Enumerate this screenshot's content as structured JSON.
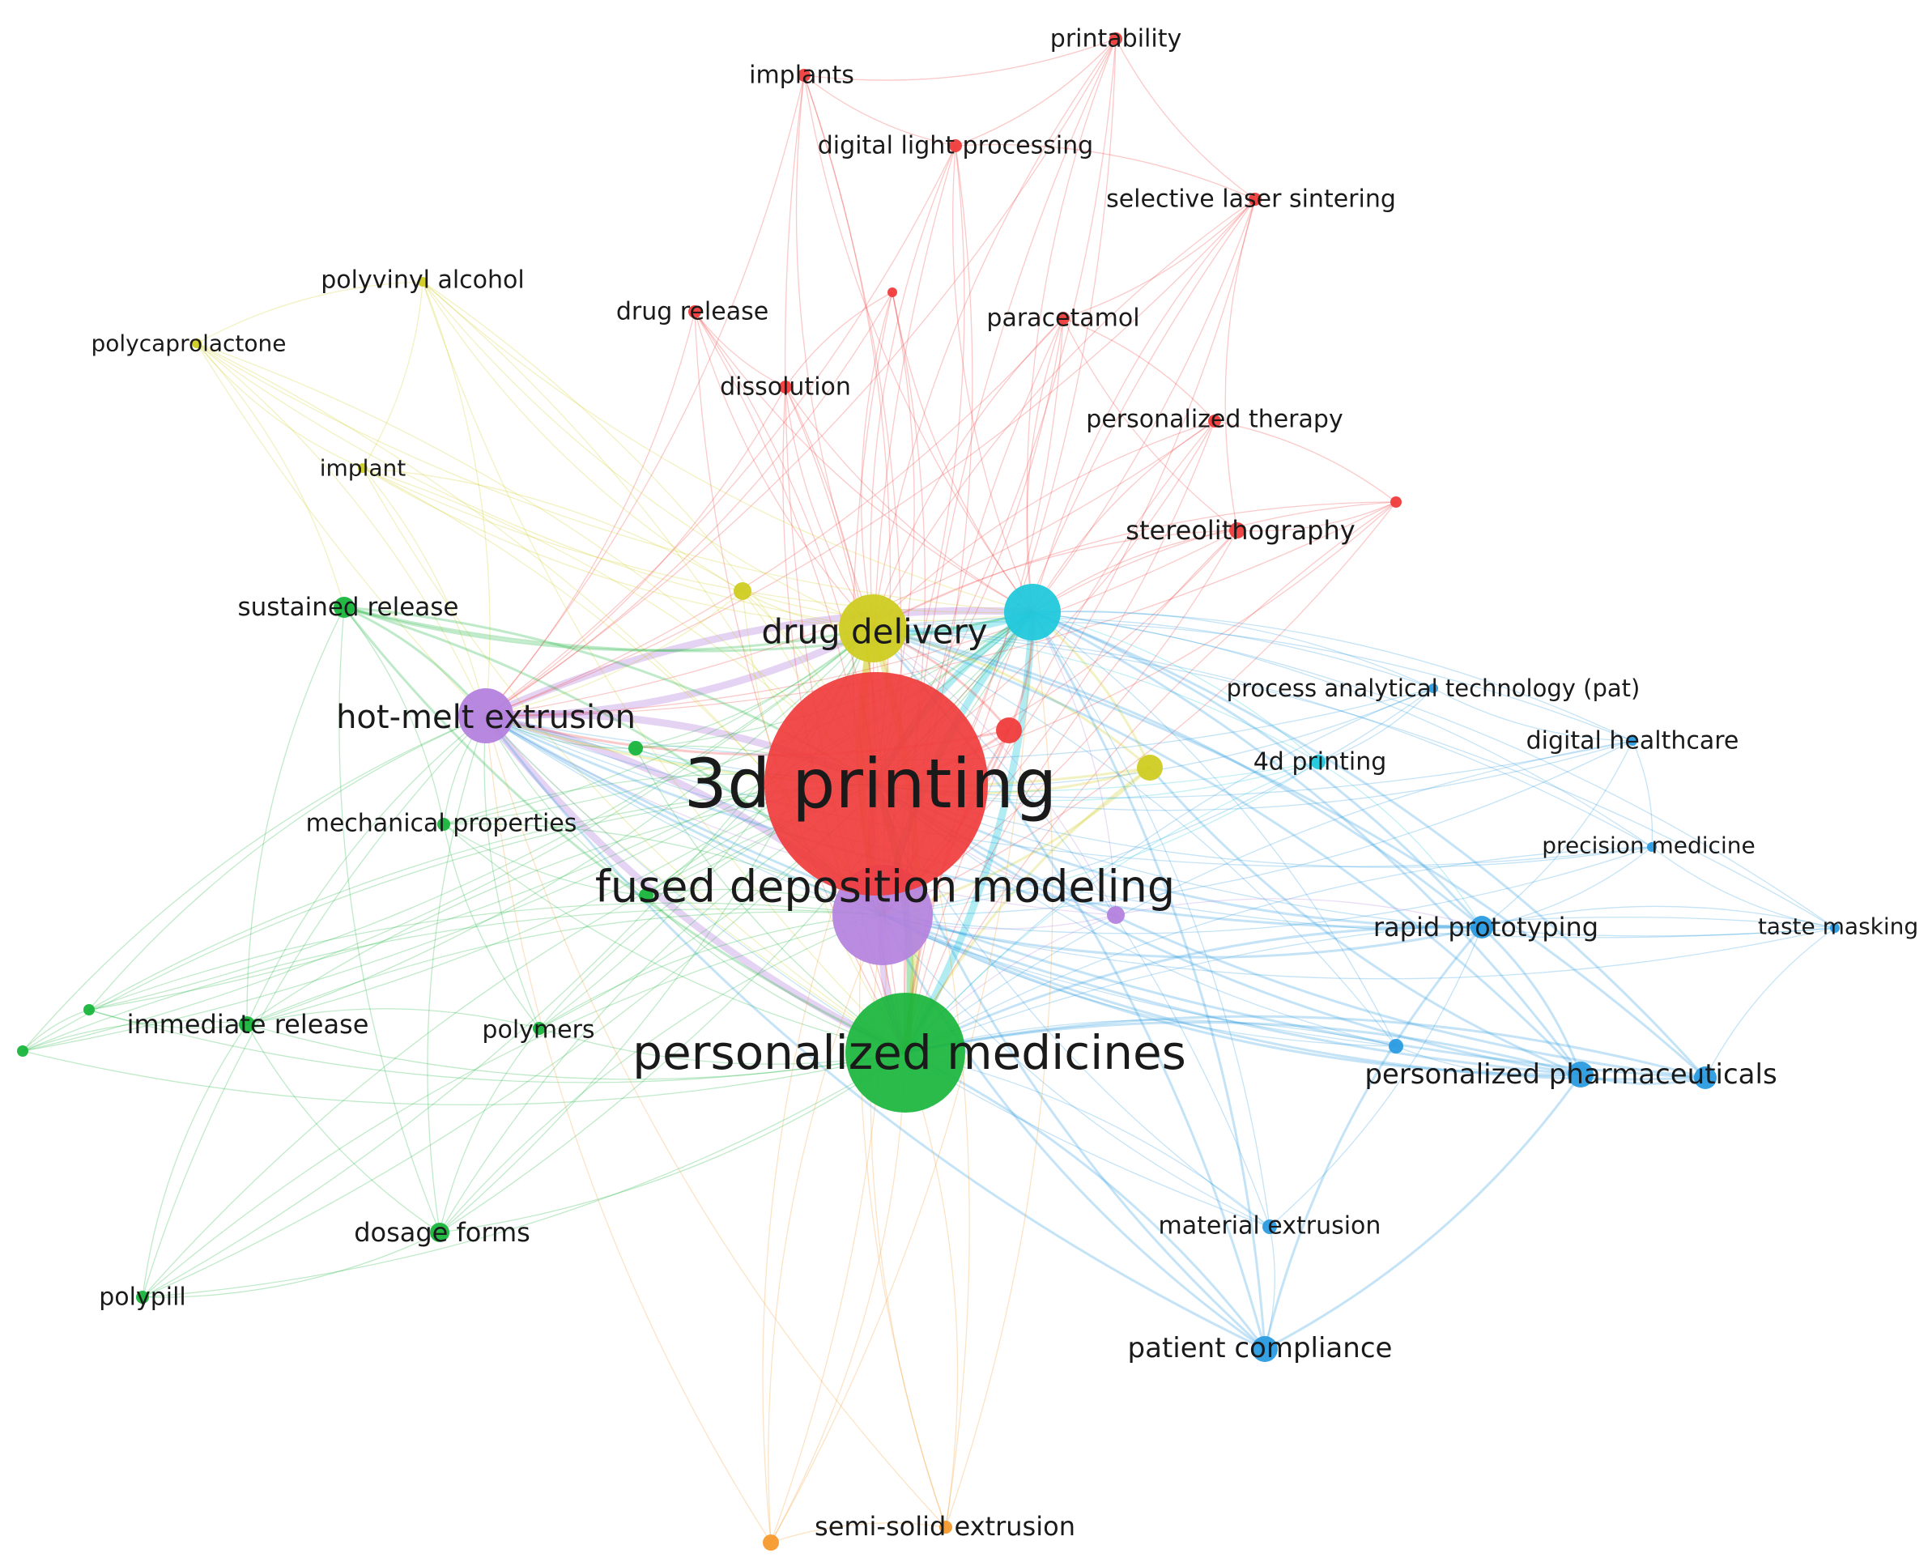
{
  "clusters": {
    "red": "#f03c3c",
    "green": "#19b53c",
    "blue": "#2a9be0",
    "yellow": "#cfcc22",
    "purple": "#b482de",
    "cyan": "#22c8dc",
    "orange": "#f59a2e"
  },
  "nodes": [
    {
      "id": "3d-printing",
      "label": "3d printing",
      "cluster": "red",
      "weight": 100
    },
    {
      "id": "personalized-medicines",
      "label": "personalized medicines",
      "cluster": "green",
      "weight": 60
    },
    {
      "id": "fused-deposition-modeling",
      "label": "fused deposition modeling",
      "cluster": "purple",
      "weight": 45
    },
    {
      "id": "drug-delivery",
      "label": "drug delivery",
      "cluster": "yellow",
      "weight": 35
    },
    {
      "id": "hot-melt-extrusion",
      "label": "hot-melt extrusion",
      "cluster": "purple",
      "weight": 28
    },
    {
      "id": "cyan-hub",
      "label": "",
      "cluster": "cyan",
      "weight": 30
    },
    {
      "id": "printability",
      "label": "printability",
      "cluster": "red",
      "weight": 8
    },
    {
      "id": "implants",
      "label": "implants",
      "cluster": "red",
      "weight": 8
    },
    {
      "id": "digital-light-processing",
      "label": "digital light processing",
      "cluster": "red",
      "weight": 8
    },
    {
      "id": "selective-laser-sintering",
      "label": "selective laser sintering",
      "cluster": "red",
      "weight": 8
    },
    {
      "id": "drug-release",
      "label": "drug release",
      "cluster": "red",
      "weight": 8
    },
    {
      "id": "paracetamol",
      "label": "paracetamol",
      "cluster": "red",
      "weight": 8
    },
    {
      "id": "dissolution",
      "label": "dissolution",
      "cluster": "red",
      "weight": 8
    },
    {
      "id": "personalized-therapy",
      "label": "personalized therapy",
      "cluster": "red",
      "weight": 8
    },
    {
      "id": "stereolithography",
      "label": "stereolithography",
      "cluster": "red",
      "weight": 10
    },
    {
      "id": "red-small-a",
      "label": "",
      "cluster": "red",
      "weight": 6
    },
    {
      "id": "red-small-b",
      "label": "",
      "cluster": "red",
      "weight": 6
    },
    {
      "id": "red-mid",
      "label": "",
      "cluster": "red",
      "weight": 14
    },
    {
      "id": "polyvinyl-alcohol",
      "label": "polyvinyl alcohol",
      "cluster": "yellow",
      "weight": 6
    },
    {
      "id": "polycaprolactone",
      "label": "polycaprolactone",
      "cluster": "yellow",
      "weight": 6
    },
    {
      "id": "implant",
      "label": "implant",
      "cluster": "yellow",
      "weight": 6
    },
    {
      "id": "yellow-small-a",
      "label": "",
      "cluster": "yellow",
      "weight": 10
    },
    {
      "id": "yellow-small-b",
      "label": "",
      "cluster": "yellow",
      "weight": 14
    },
    {
      "id": "sustained-release",
      "label": "sustained release",
      "cluster": "green",
      "weight": 12
    },
    {
      "id": "mechanical-properties",
      "label": "mechanical properties",
      "cluster": "green",
      "weight": 8
    },
    {
      "id": "immediate-release",
      "label": "immediate release",
      "cluster": "green",
      "weight": 10
    },
    {
      "id": "polymers",
      "label": "polymers",
      "cluster": "green",
      "weight": 8
    },
    {
      "id": "dosage-forms",
      "label": "dosage forms",
      "cluster": "green",
      "weight": 12
    },
    {
      "id": "polypill",
      "label": "polypill",
      "cluster": "green",
      "weight": 8
    },
    {
      "id": "green-small-a",
      "label": "",
      "cluster": "green",
      "weight": 8
    },
    {
      "id": "green-small-b",
      "label": "",
      "cluster": "green",
      "weight": 8
    },
    {
      "id": "green-small-c",
      "label": "",
      "cluster": "green",
      "weight": 6
    },
    {
      "id": "green-small-d",
      "label": "",
      "cluster": "green",
      "weight": 6
    },
    {
      "id": "purple-small",
      "label": "",
      "cluster": "purple",
      "weight": 8
    },
    {
      "id": "process-analytical-technology",
      "label": "process analytical technology (pat)",
      "cluster": "blue",
      "weight": 6
    },
    {
      "id": "digital-healthcare",
      "label": "digital healthcare",
      "cluster": "blue",
      "weight": 6
    },
    {
      "id": "4d-printing",
      "label": "4d printing",
      "cluster": "cyan",
      "weight": 8
    },
    {
      "id": "precision-medicine",
      "label": "precision medicine",
      "cluster": "blue",
      "weight": 6
    },
    {
      "id": "rapid-prototyping",
      "label": "rapid prototyping",
      "cluster": "blue",
      "weight": 12
    },
    {
      "id": "taste-masking",
      "label": "taste masking",
      "cluster": "blue",
      "weight": 6
    },
    {
      "id": "personalized-pharmaceuticals",
      "label": "personalized pharmaceuticals",
      "cluster": "blue",
      "weight": 14
    },
    {
      "id": "blue-small-a",
      "label": "",
      "cluster": "blue",
      "weight": 8
    },
    {
      "id": "blue-small-b",
      "label": "",
      "cluster": "blue",
      "weight": 12
    },
    {
      "id": "material-extrusion",
      "label": "material extrusion",
      "cluster": "blue",
      "weight": 8
    },
    {
      "id": "patient-compliance",
      "label": "patient compliance",
      "cluster": "blue",
      "weight": 14
    },
    {
      "id": "semi-solid-extrusion",
      "label": "semi-solid extrusion",
      "cluster": "orange",
      "weight": 8
    },
    {
      "id": "orange-small",
      "label": "",
      "cluster": "orange",
      "weight": 8
    }
  ]
}
